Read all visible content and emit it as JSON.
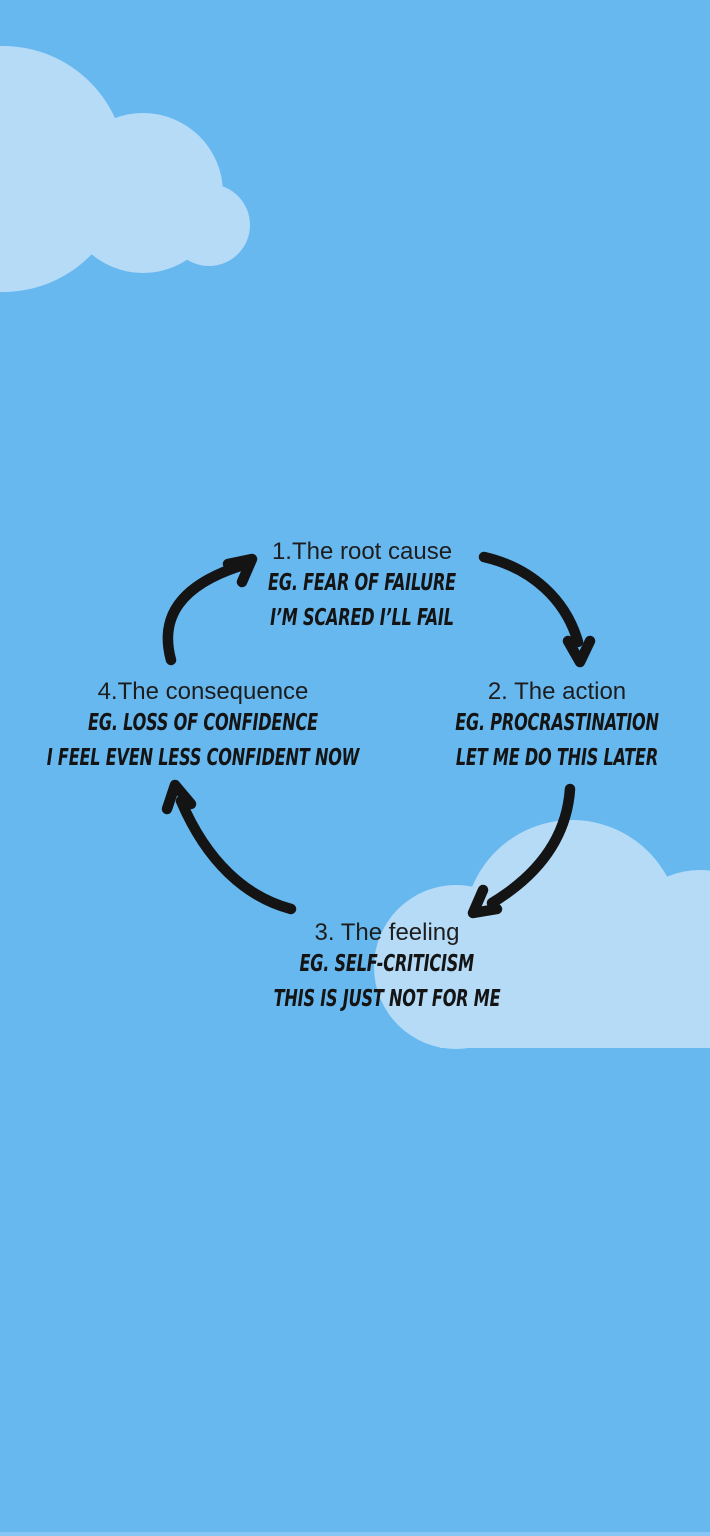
{
  "colors": {
    "sky": "#68b8f0",
    "cloud": "#b5dbf7",
    "ink": "#141414",
    "edge_strip": "#85c6f4"
  },
  "cycle": {
    "description": "four-step circular loop diagram",
    "nodes": [
      {
        "id": "root-cause",
        "title": "1.The root cause",
        "example": "EG. FEAR OF FAILURE",
        "thought": "I’M SCARED I’LL FAIL"
      },
      {
        "id": "action",
        "title": "2. The action",
        "example": "EG. PROCRASTINATION",
        "thought": "LET ME DO THIS LATER"
      },
      {
        "id": "feeling",
        "title": "3. The feeling",
        "example": "EG. SELF-CRITICISM",
        "thought": "THIS IS JUST NOT FOR ME"
      },
      {
        "id": "consequence",
        "title": "4.The consequence",
        "example": "EG. LOSS OF CONFIDENCE",
        "thought": "I FEEL EVEN LESS CONFIDENT NOW"
      }
    ],
    "edges": [
      {
        "from": "root-cause",
        "to": "action",
        "icon": "curved-arrow-down-right"
      },
      {
        "from": "action",
        "to": "feeling",
        "icon": "curved-arrow-down-left"
      },
      {
        "from": "feeling",
        "to": "consequence",
        "icon": "curved-arrow-up-left"
      },
      {
        "from": "consequence",
        "to": "root-cause",
        "icon": "curved-arrow-up-right"
      }
    ]
  }
}
